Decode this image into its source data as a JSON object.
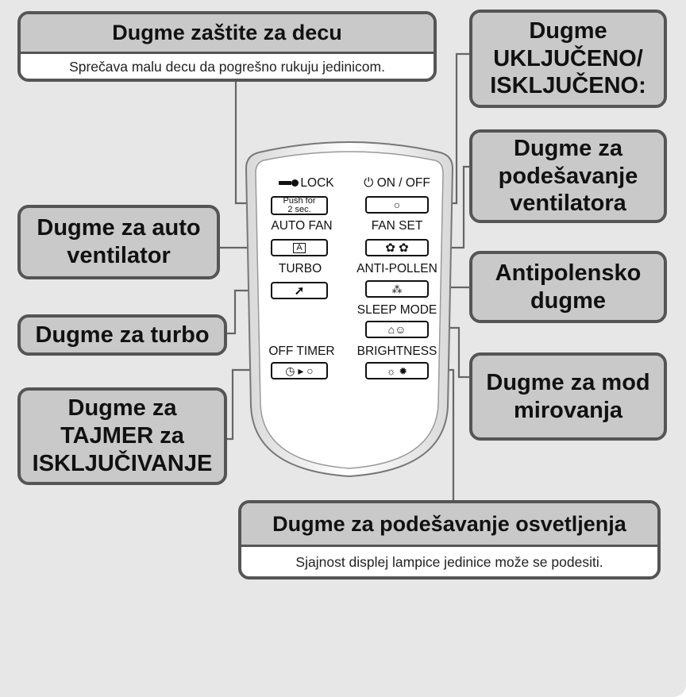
{
  "child_lock_callout": {
    "title": "Dugme zaštite za decu",
    "description": "Sprečava malu decu da pogrešno rukuju jedinicom."
  },
  "brightness_callout": {
    "title": "Dugme za podešavanje osvetljenja",
    "description": "Sjajnost displej lampice jedinice može se podesiti."
  },
  "labels": {
    "on_off": "Dugme\nUKLJUČENO/\nISKLJUČENO:",
    "fan_set": "Dugme za\npodešavanje\nventilatora",
    "auto_fan": "Dugme za auto\nventilator",
    "anti_pollen": "Antipolensko\ndugme",
    "turbo": "Dugme za turbo",
    "sleep_mode": "Dugme za mod\nmirovanja",
    "off_timer": "Dugme za\nTAJMER za\nISKLJUČIVANJE"
  },
  "remote": {
    "lock_label": "LOCK",
    "lock_button": "Push for\n2 sec.",
    "on_off_label": "ON / OFF",
    "on_off_button": "○",
    "auto_fan_label": "AUTO FAN",
    "auto_fan_button": "A",
    "fan_set_label": "FAN SET",
    "turbo_label": "TURBO",
    "anti_pollen_label": "ANTI-POLLEN",
    "sleep_mode_label": "SLEEP MODE",
    "off_timer_label": "OFF TIMER",
    "brightness_label": "BRIGHTNESS"
  },
  "colors": {
    "panel_bg": "#e7e7e7",
    "label_bg": "#c9c9c9",
    "border": "#555555"
  }
}
